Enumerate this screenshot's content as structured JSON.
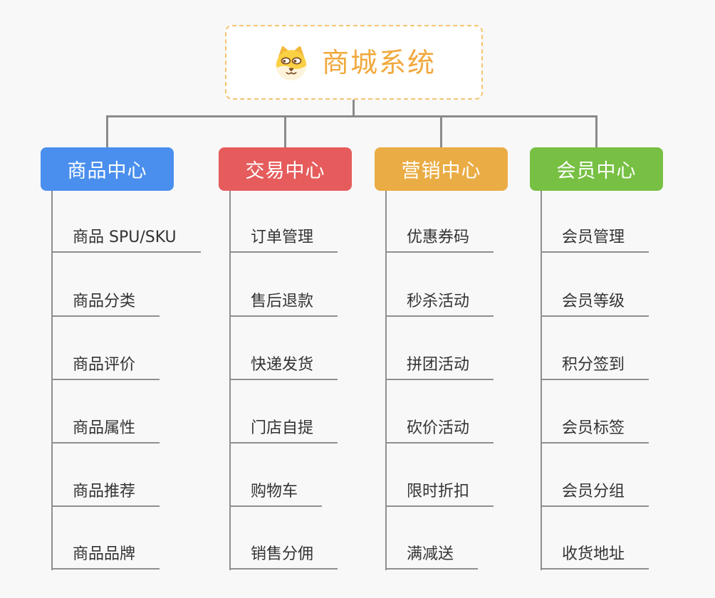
{
  "page": {
    "background": "#F8F8F8",
    "connector_color": "#8A8A8A"
  },
  "root": {
    "title": "商城系统",
    "icon": "dog-face-icon",
    "text_color": "#F1A83C",
    "border_color": "#F5C472",
    "background": "#FFFFFF"
  },
  "branches": [
    {
      "label": "商品中心",
      "color": "#4A8FEE",
      "items": [
        "商品 SPU/SKU",
        "商品分类",
        "商品评价",
        "商品属性",
        "商品推荐",
        "商品品牌"
      ]
    },
    {
      "label": "交易中心",
      "color": "#E65C5C",
      "items": [
        "订单管理",
        "售后退款",
        "快递发货",
        "门店自提",
        "购物车",
        "销售分佣"
      ]
    },
    {
      "label": "营销中心",
      "color": "#EAAC44",
      "items": [
        "优惠券码",
        "秒杀活动",
        "拼团活动",
        "砍价活动",
        "限时折扣",
        "满减送"
      ]
    },
    {
      "label": "会员中心",
      "color": "#77C043",
      "items": [
        "会员管理",
        "会员等级",
        "积分签到",
        "会员标签",
        "会员分组",
        "收货地址"
      ]
    }
  ]
}
